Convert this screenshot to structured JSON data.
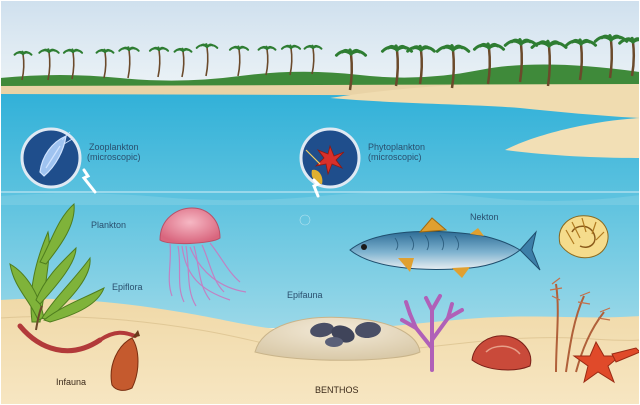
{
  "labels": {
    "zooplankton": "Zooplankton",
    "zooplankton_note": "(microscopic)",
    "phytoplankton": "Phytoplankton",
    "phytoplankton_note": "(microscopic)",
    "plankton": "Plankton",
    "nekton": "Nekton",
    "epiflora": "Epiflora",
    "epifauna": "Epifauna",
    "infauna": "Infauna",
    "benthos": "BENTHOS"
  },
  "colors": {
    "sky": "#dfeaf2",
    "sea_surface": "#35b3d6",
    "sea_deep": "#7ccbe3",
    "sand": "#f2dcae",
    "beach": "#ecd3a1",
    "palm_leaf": "#2e7d32",
    "palm_trunk": "#6b4a2b",
    "circle_fill": "#1f4e8c",
    "jellyfish": "#e88a9c",
    "fish_body": "#3d7fa8",
    "fish_fin": "#e0a030",
    "coral": "#b060b8",
    "starfish": "#e04a2a"
  }
}
